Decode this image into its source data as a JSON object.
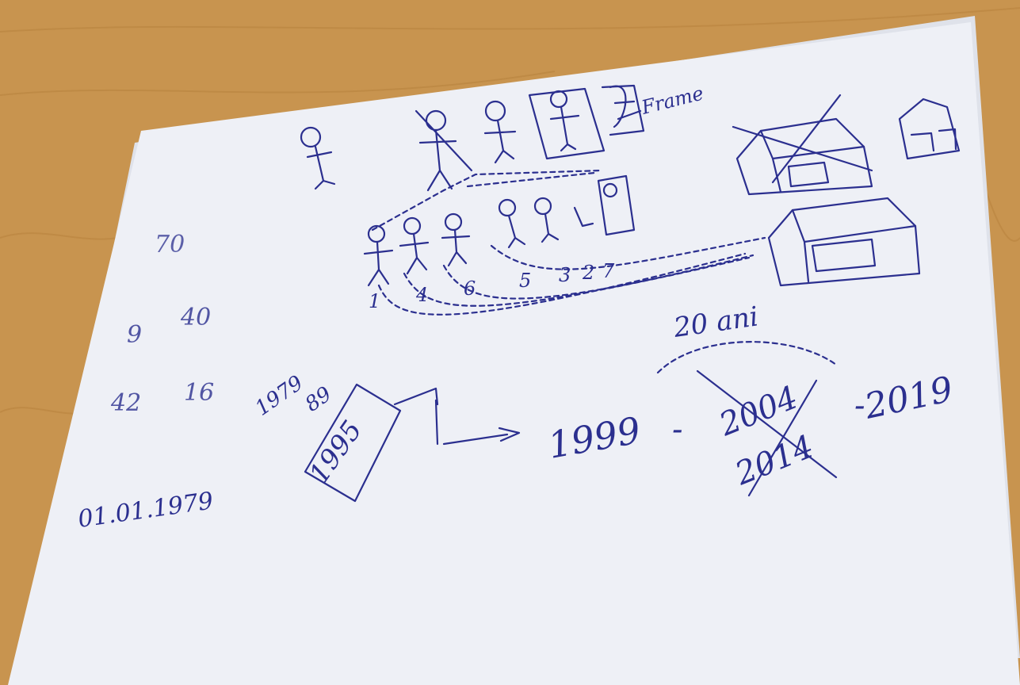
{
  "colors": {
    "desk": "#c8944f",
    "paper": "#eef0f6",
    "ink": "#2b2f8f"
  },
  "notes": {
    "label_frame": "Frame",
    "left_numbers": [
      "70",
      "9",
      "40",
      "42",
      "16"
    ],
    "left_date": "01.01.1979",
    "rotated_nums": [
      "1979",
      "89"
    ],
    "boxed_year": "1995",
    "figure_numbers": [
      "1",
      "4",
      "6",
      "5",
      "3",
      "2",
      "7"
    ],
    "years_label": "20 ani",
    "year_start": "1999",
    "year_crossed": "2004",
    "year_replacement": "2014",
    "year_end": "2019",
    "dash1": "-",
    "dash2": "-"
  }
}
